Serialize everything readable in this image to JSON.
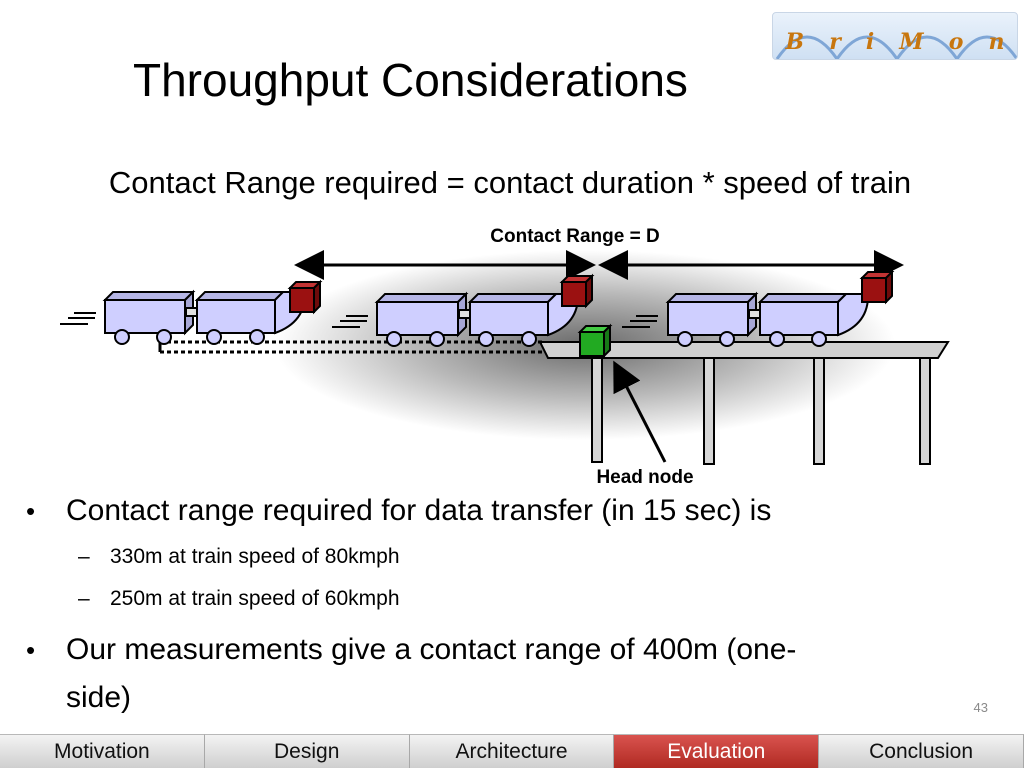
{
  "logo": {
    "letters": [
      "B",
      "r",
      "i",
      "M",
      "o",
      "n"
    ]
  },
  "title": "Throughput Considerations",
  "formula": "Contact Range required = contact duration * speed of train",
  "diagram": {
    "range_label": "Contact Range = D",
    "head_label": "Head node"
  },
  "bullets": [
    {
      "text": "Contact range required for data transfer (in 15 sec) is",
      "sub": [
        "330m at train speed of 80kmph",
        "250m at train speed of 60kmph"
      ]
    },
    {
      "text_line1": "Our measurements give a contact range of 400m (one-",
      "text_line2": "side)"
    }
  ],
  "page_number": "43",
  "nav": {
    "items": [
      "Motivation",
      "Design",
      "Architecture",
      "Evaluation",
      "Conclusion"
    ],
    "active": "Evaluation"
  },
  "colors": {
    "train_fill": "#cfcfff",
    "node_red": "#9b1111",
    "node_green": "#22aa22",
    "active_tab": "#c0392b"
  }
}
